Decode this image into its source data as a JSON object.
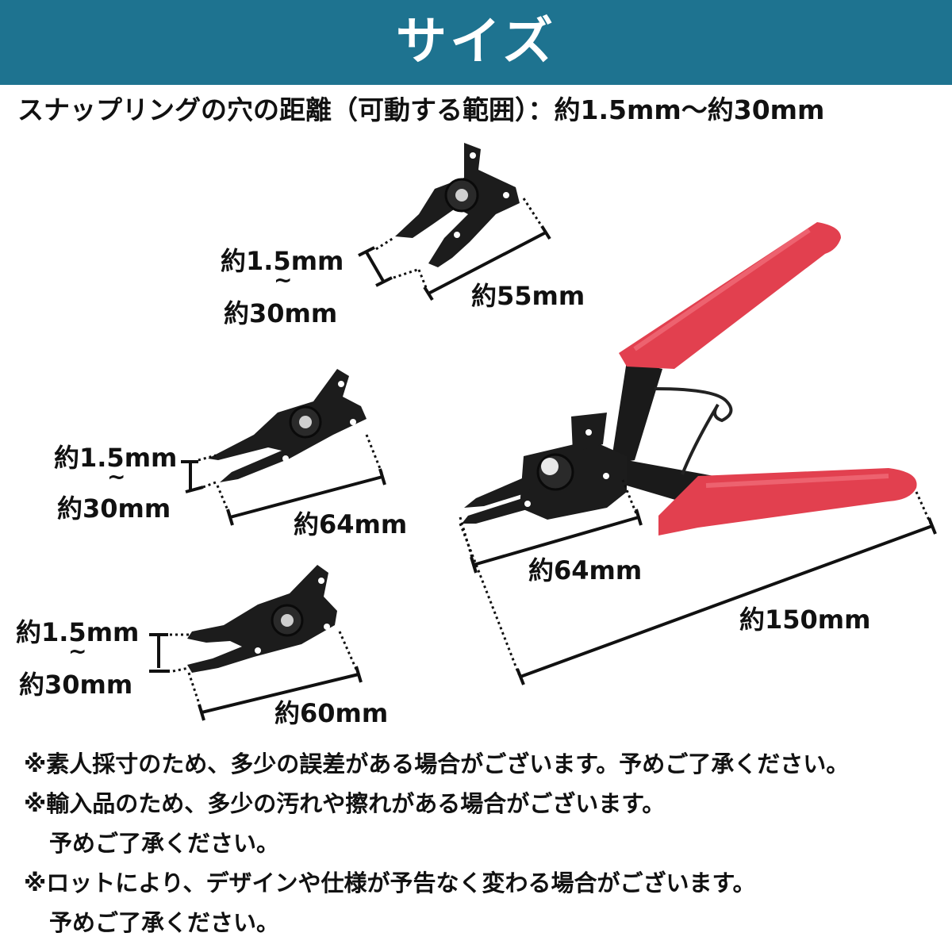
{
  "header": {
    "title": "サイズ",
    "color": "#1e7390"
  },
  "spec_line": "スナップリングの穴の距離（可動する範囲）：約1.5mm〜約30mm",
  "tips": [
    {
      "open_range_min": "約1.5mm",
      "tilde": "~",
      "open_range_max": "約30mm",
      "length": "約55mm"
    },
    {
      "open_range_min": "約1.5mm",
      "tilde": "~",
      "open_range_max": "約30mm",
      "length": "約64mm"
    },
    {
      "open_range_min": "約1.5mm",
      "tilde": "~",
      "open_range_max": "約30mm",
      "length": "約60mm"
    }
  ],
  "pliers": {
    "tip_length": "約64mm",
    "total_length": "約150mm",
    "handle_color": "#e2404f"
  },
  "notes": [
    "※素人採寸のため、多少の誤差がある場合がございます。予めご了承ください。",
    "※輸入品のため、多少の汚れや擦れがある場合がございます。",
    "予めご了承ください。",
    "※ロットにより、デザインや仕様が予告なく変わる場合がございます。",
    "予めご了承ください。"
  ]
}
